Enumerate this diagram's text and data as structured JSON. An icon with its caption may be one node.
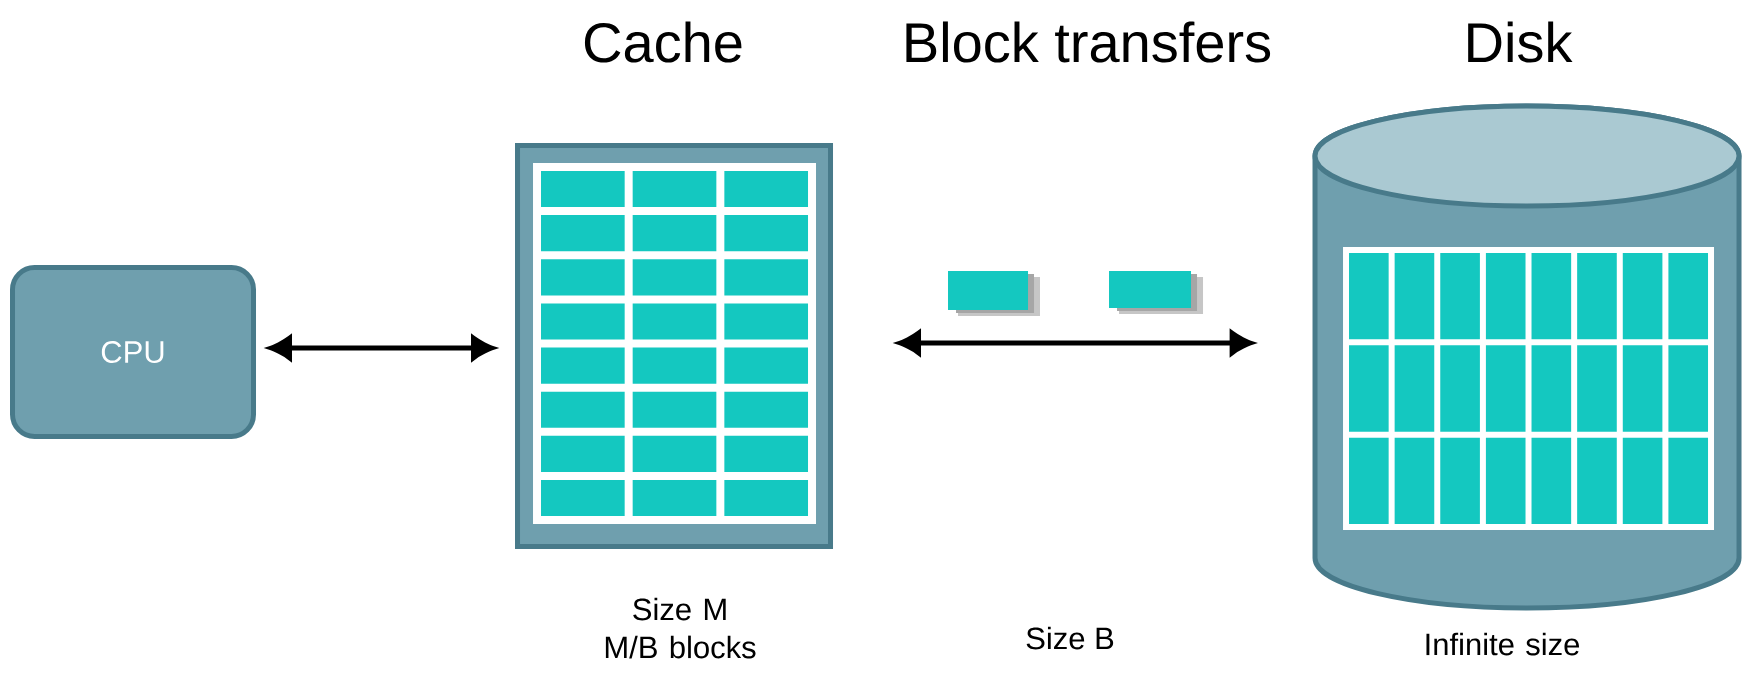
{
  "diagram": {
    "nodes": [
      {
        "text": [
          "CPU"
        ]
      },
      {
        "text": [
          "Cache"
        ],
        "beside": [
          "Size M M/B blocks"
        ]
      },
      {
        "text": [
          "Disk"
        ],
        "beside": [
          "Infinite size"
        ]
      }
    ],
    "edges": [
      {
        "from": 0,
        "to": 1,
        "arrow": "both"
      },
      {
        "from": 1,
        "to": 2,
        "arrow": "both"
      }
    ],
    "labels": [
      "Block transfers",
      "Size B"
    ]
  }
}
